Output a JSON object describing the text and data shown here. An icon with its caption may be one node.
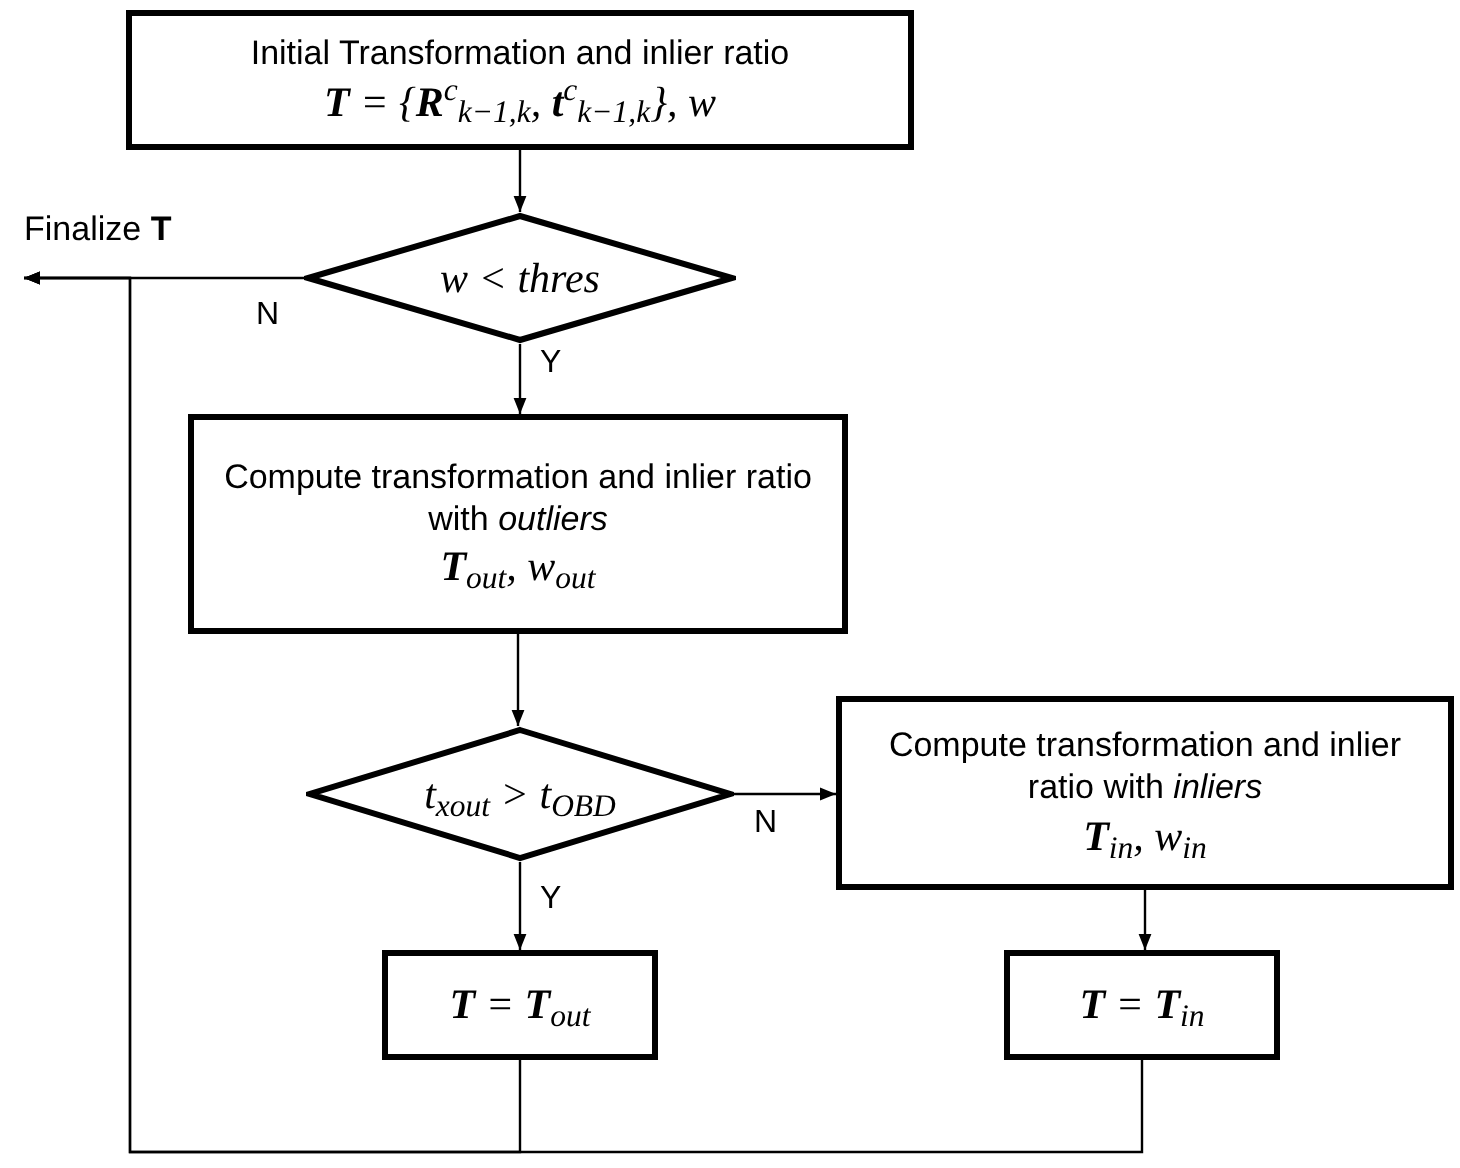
{
  "diagram": {
    "nodes": [
      {
        "text": [
          "Initial Transformation and inlier ratio",
          "**T** = {**R**$^{c}$$_{k−1,k}$, **t**$^{c}$$_{k−1,k}$}, w"
        ]
      },
      {
        "text": [
          "w < thres"
        ]
      },
      {
        "text": [
          "Compute transformation and inlier ratio with *outliers*",
          "**T**$_{out}$, w$_{out}$"
        ]
      },
      {
        "text": [
          "t$_{x}$$_{out}$ > t$_{OBD}$"
        ]
      },
      {
        "text": [
          "Compute transformation and inlier ratio with *inliers*",
          "**T**$_{in}$, w$_{in}$"
        ]
      },
      {
        "text": [
          "**T** = **T**$_{out}$"
        ]
      },
      {
        "text": [
          "**T** = **T**$_{in}$"
        ]
      },
      {
        "text": [
          "Finalize **T**"
        ]
      }
    ],
    "edges": [
      {
        "from": 0,
        "to": 1,
        "arrow": "to"
      },
      {
        "from": 1,
        "to": 7,
        "arrow": "to",
        "label": "N"
      },
      {
        "from": 1,
        "to": 2,
        "arrow": "to",
        "label": "Y"
      },
      {
        "from": 2,
        "to": 3,
        "arrow": "to"
      },
      {
        "from": 3,
        "to": 4,
        "arrow": "to",
        "label": "N"
      },
      {
        "from": 3,
        "to": 5,
        "arrow": "to",
        "label": "Y"
      },
      {
        "from": 4,
        "to": 6,
        "arrow": "to"
      },
      {
        "from": 5,
        "to": 7,
        "arrow": "to"
      },
      {
        "from": 6,
        "to": 7,
        "arrow": "to"
      }
    ]
  }
}
